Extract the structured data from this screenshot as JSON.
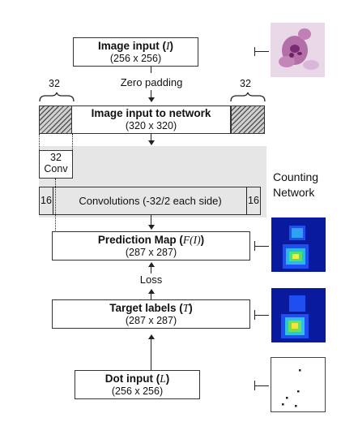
{
  "image_input": {
    "title": "Image input (",
    "var": "I",
    "title_end": ")",
    "size": "(256 x 256)"
  },
  "zero_padding": "Zero padding",
  "pad_left": "32",
  "pad_right": "32",
  "network_input": {
    "title": "Image input to network",
    "size": "(320 x 320)"
  },
  "conv_box": {
    "num": "32",
    "label": "Conv"
  },
  "counting_network": [
    "Counting",
    "Network"
  ],
  "convolutions": {
    "left": "16",
    "label": "Convolutions (-32/2 each side)",
    "right": "16"
  },
  "prediction": {
    "title": "Prediction Map (",
    "var": "F(I)",
    "title_end": ")",
    "size": "(287 x 287)"
  },
  "loss": "Loss",
  "target": {
    "title": "Target labels (",
    "var": "T",
    "title_end": ")",
    "size": "(287 x 287)"
  },
  "dot_input": {
    "title": "Dot input (",
    "var": "L",
    "title_end": ")",
    "size": "(256 x 256)"
  },
  "colors": {
    "heatmap_bg": "#0a1a9e",
    "panel": "#e6e6e6",
    "hatch": "#555555"
  }
}
